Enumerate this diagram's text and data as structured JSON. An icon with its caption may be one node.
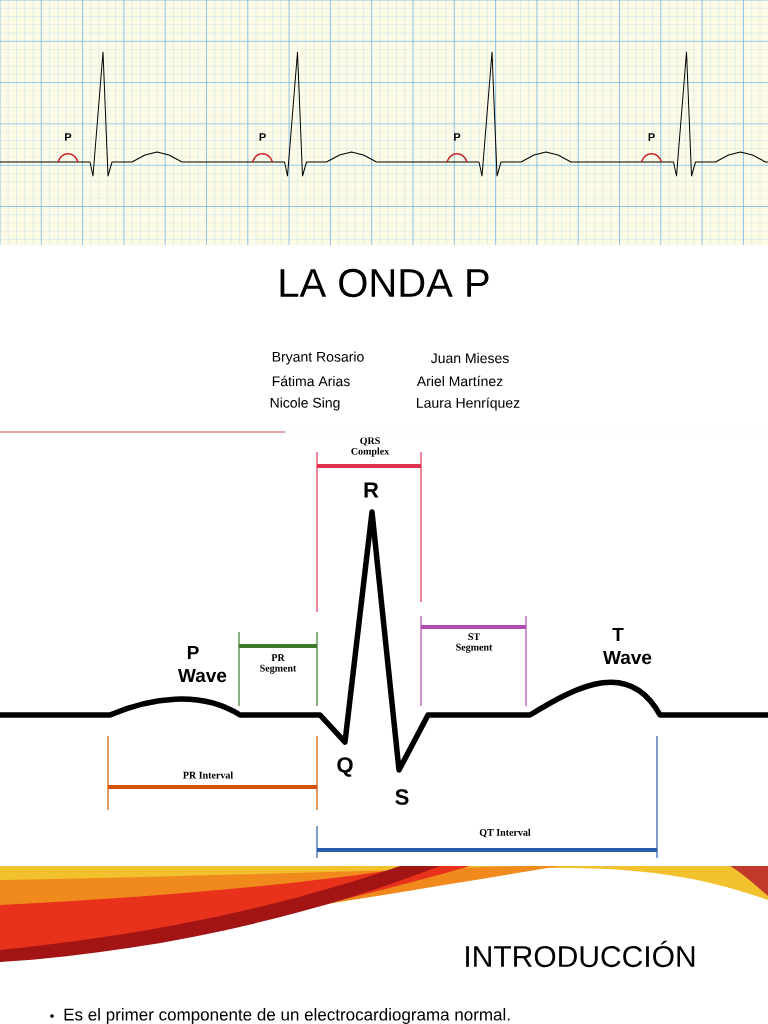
{
  "diagram": {
    "title": "LA ONDA P",
    "labels": [
      "P",
      "P",
      "P",
      "P",
      "Bryant Rosario",
      "Juan Mieses",
      "Fátima Arias",
      "Ariel Martínez",
      "Nicole Sing",
      "Laura Henríquez",
      "QRS Complex",
      "R",
      "P Wave",
      "PR Segment",
      "ST Segment",
      "T Wave",
      "Q",
      "S",
      "PR Interval",
      "QT Interval",
      "INTRODUCCIÓN",
      "Es el primer componente de un electrocardiograma normal."
    ]
  }
}
